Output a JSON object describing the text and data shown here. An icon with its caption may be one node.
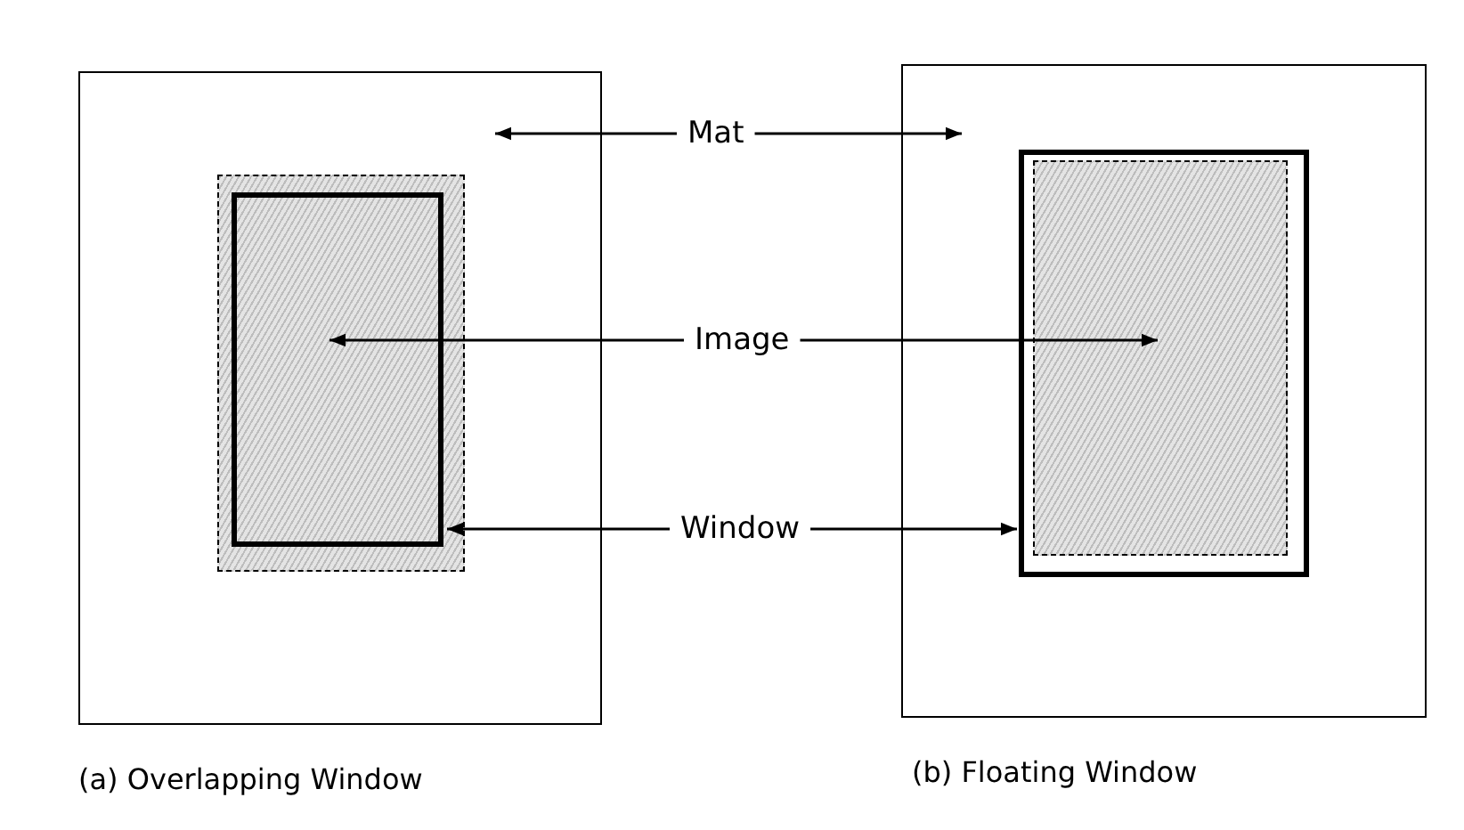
{
  "diagram": {
    "nodes": [
      {
        "text": [],
        "shape": "box"
      },
      {
        "text": [],
        "shape": "box",
        "in": 0
      },
      {
        "text": [],
        "shape": "box",
        "in": 1
      },
      {
        "text": [
          "Mat"
        ]
      },
      {
        "text": [
          "Image"
        ]
      },
      {
        "text": [
          "Window"
        ]
      },
      {
        "text": [],
        "shape": "box"
      },
      {
        "text": [],
        "shape": "box",
        "in": 6
      },
      {
        "text": [],
        "shape": "box",
        "in": 7
      }
    ],
    "edges": [
      {
        "from": 3,
        "to": 0,
        "arrow": "to"
      },
      {
        "from": 3,
        "to": 6,
        "arrow": "to"
      },
      {
        "from": 4,
        "to": 1,
        "arrow": "to"
      },
      {
        "from": 4,
        "to": 8,
        "arrow": "to"
      },
      {
        "from": 5,
        "to": 2,
        "arrow": "to"
      },
      {
        "from": 5,
        "to": 7,
        "arrow": "to"
      }
    ],
    "labels": [
      "(a) Overlapping Window",
      "(b) Floating Window"
    ]
  }
}
